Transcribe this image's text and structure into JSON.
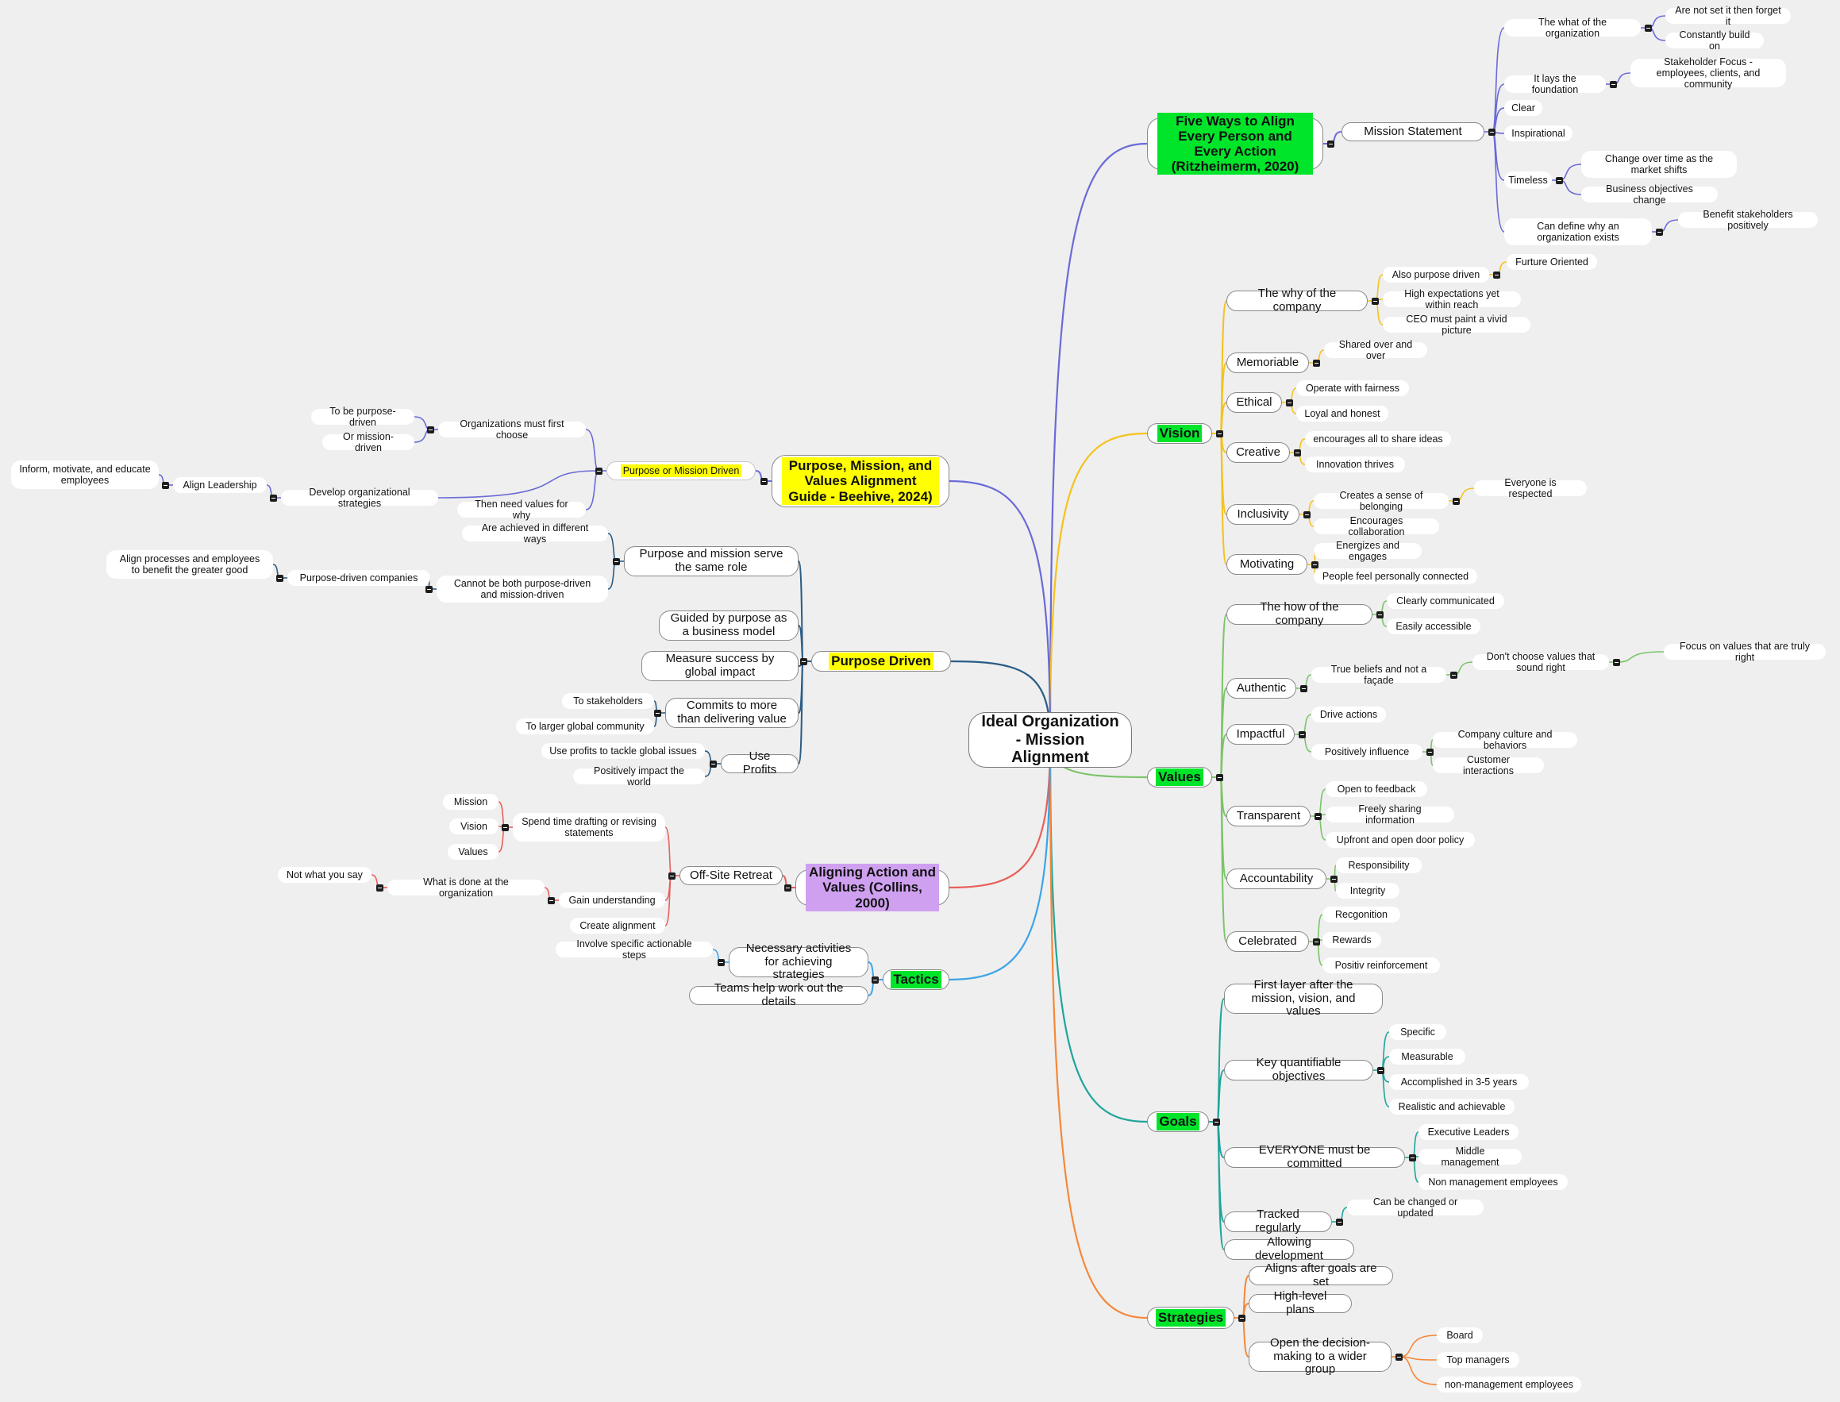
{
  "mindmap": {
    "root": {
      "label": "Ideal Organization - Mission Alignment"
    },
    "branches": [
      {
        "id": "b-five",
        "label": "Five Ways to Align Every Person and Every Action (Ritzheimerm, 2020)",
        "color": "#6a6ad8",
        "highlight": "#00e52a"
      },
      {
        "id": "b-vision",
        "label": "Vision",
        "color": "#f5c21f",
        "highlight": "#00e52a"
      },
      {
        "id": "b-values",
        "label": "Values",
        "color": "#7cc46a",
        "highlight": "#00e52a"
      },
      {
        "id": "b-goals",
        "label": "Goals",
        "color": "#1fa59b",
        "highlight": "#00e52a"
      },
      {
        "id": "b-strategies",
        "label": "Strategies",
        "color": "#f5883a",
        "highlight": "#00e52a"
      },
      {
        "id": "b-pmv",
        "label": "Purpose, Mission, and Values Alignment Guide - Beehive, 2024)",
        "color": "#6a6ad8",
        "highlight": "#ffff00"
      },
      {
        "id": "b-pd",
        "label": "Purpose Driven",
        "color": "#2a5c86",
        "highlight": "#ffff00"
      },
      {
        "id": "b-aav",
        "label": "Aligning Action and Values (Collins, 2000)",
        "color": "#e8605a",
        "highlight": "#cfa0f0"
      },
      {
        "id": "b-tactics",
        "label": "Tactics",
        "color": "#3da4e6",
        "highlight": "#00e52a"
      }
    ],
    "nodes": {
      "ms": "Mission Statement",
      "ms_what": "The what of the organization",
      "ms_what_1": "Are not set it then forget it",
      "ms_what_2": "Constantly build on",
      "ms_found": "It lays the foundation",
      "ms_found_1": "Stakeholder Focus - employees, clients, and community",
      "ms_clear": "Clear",
      "ms_insp": "Inspirational",
      "ms_time": "Timeless",
      "ms_time_1": "Change over time as the market shifts",
      "ms_time_2": "Business objectives change",
      "ms_why": "Can define why an organization exists",
      "ms_why_1": "Benefit stakeholders positively",
      "vi_why": "The why of the company",
      "vi_why_1": "Also purpose driven",
      "vi_why_1a": "Furture Oriented",
      "vi_why_2": "High expectations yet within reach",
      "vi_why_3": "CEO must paint a vivid picture",
      "vi_mem": "Memoriable",
      "vi_mem_1": "Shared over and over",
      "vi_eth": "Ethical",
      "vi_eth_1": "Operate with fairness",
      "vi_eth_2": "Loyal and honest",
      "vi_cre": "Creative",
      "vi_cre_1": "encourages all to share ideas",
      "vi_cre_2": "Innovation thrives",
      "vi_inc": "Inclusivity",
      "vi_inc_1": "Creates a sense of belonging",
      "vi_inc_1a": "Everyone is respected",
      "vi_inc_2": "Encourages collaboration",
      "vi_mot": "Motivating",
      "vi_mot_1": "Energizes and engages",
      "vi_mot_2": "People feel personally connected",
      "va_how": "The how of the company",
      "va_how_1": "Clearly communicated",
      "va_how_2": "Easily accessible",
      "va_auth": "Authentic",
      "va_auth_1": "True beliefs and not a façade",
      "va_auth_1a": "Don't choose values that sound right",
      "va_auth_1b": "Focus on values that are truly right",
      "va_imp": "Impactful",
      "va_imp_1": "Drive actions",
      "va_imp_2": "Positively influence",
      "va_imp_2a": "Company culture and behaviors",
      "va_imp_2b": "Customer interactions",
      "va_tra": "Transparent",
      "va_tra_1": "Open to feedback",
      "va_tra_2": "Freely sharing information",
      "va_tra_3": "Upfront and open door policy",
      "va_acc": "Accountability",
      "va_acc_1": "Responsibility",
      "va_acc_2": "Integrity",
      "va_cel": "Celebrated",
      "va_cel_1": "Recgonition",
      "va_cel_2": "Rewards",
      "va_cel_3": "Positiv reinforcement",
      "go_first": "First layer after the mission, vision, and values",
      "go_key": "Key quantifiable objectives",
      "go_key_1": "Specific",
      "go_key_2": "Measurable",
      "go_key_3": "Accomplished in 3-5 years",
      "go_key_4": "Realistic and achievable",
      "go_all": "EVERYONE must be committed",
      "go_all_1": "Executive Leaders",
      "go_all_2": "Middle management",
      "go_all_3": "Non management employees",
      "go_track": "Tracked regularly",
      "go_track_1": "Can be changed or updated",
      "go_dev": "Allowing development",
      "st_1": "Aligns after goals are set",
      "st_2": "High-level plans",
      "st_3": "Open the decision-making to a wider group",
      "st_3_1": "Board",
      "st_3_2": "Top managers",
      "st_3_3": "non-management employees",
      "pm_pmd": "Purpose or Mission Driven",
      "pm_org": "Organizations must first choose",
      "pm_org_1": "To be purpose-driven",
      "pm_org_2": "Or mission-driven",
      "pm_dev": "Develop organizational strategies",
      "pm_dev_1": "Align Leadership",
      "pm_dev_1a": "Inform, motivate, and educate employees",
      "pm_then": "Then need values for why",
      "pd_serve": "Purpose and mission serve the same role",
      "pd_serve_1": "Are achieved in different ways",
      "pd_serve_2": "Cannot be both purpose-driven and mission-driven",
      "pd_serve_2a": "Purpose-driven companies",
      "pd_serve_2b": "Align processes and employees to benefit the greater good",
      "pd_guided": "Guided by purpose as a business model",
      "pd_measure": "Measure success by global impact",
      "pd_commits": "Commits to more than delivering value",
      "pd_commits_1": "To stakeholders",
      "pd_commits_2": "To larger global community",
      "pd_profits": "Use Profits",
      "pd_profits_1": "Use profits to tackle global issues",
      "pd_profits_2": "Positively impact the world",
      "aa_off": "Off-Site Retreat",
      "aa_spend": "Spend time drafting or revising statements",
      "aa_spend_1": "Mission",
      "aa_spend_2": "Vision",
      "aa_spend_3": "Values",
      "aa_gain": "Gain understanding",
      "aa_gain_1": "What is done at the organization",
      "aa_gain_1a": "Not what you say",
      "aa_create": "Create alignment",
      "ta_nec": "Necessary activities for achieving strategies",
      "ta_nec_1": "Involve specific actionable steps",
      "ta_teams": "Teams help work out the details"
    }
  }
}
